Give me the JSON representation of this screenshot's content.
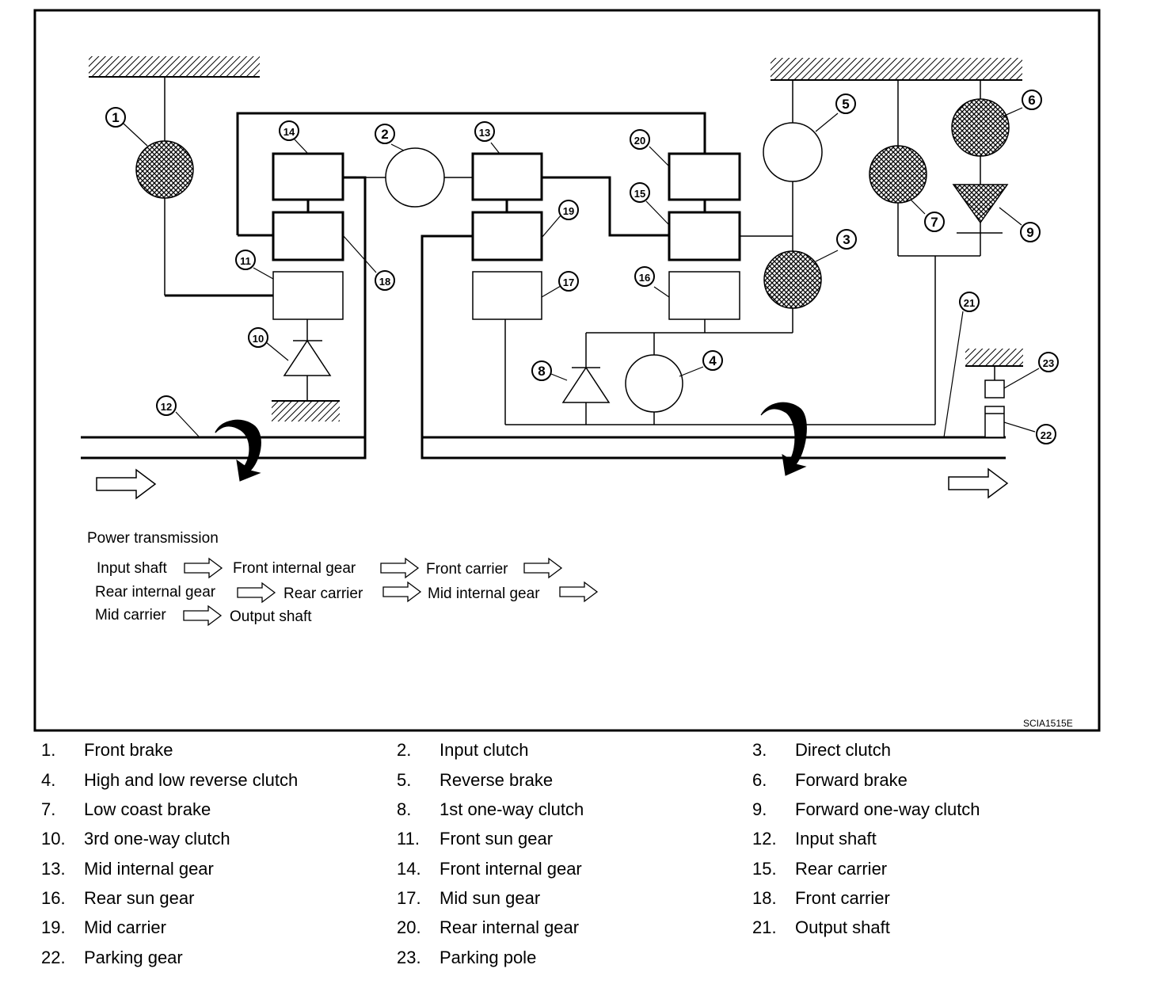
{
  "figure_code": "SCIA1515E",
  "callouts": [
    "1",
    "2",
    "3",
    "4",
    "5",
    "6",
    "7",
    "8",
    "9",
    "10",
    "11",
    "12",
    "13",
    "14",
    "15",
    "16",
    "17",
    "18",
    "19",
    "20",
    "21",
    "22",
    "23"
  ],
  "power_transmission": {
    "title": "Power transmission",
    "steps": [
      "Input shaft",
      "Front internal gear",
      "Front carrier",
      "Rear internal gear",
      "Rear carrier",
      "Mid internal gear",
      "Mid carrier",
      "Output shaft"
    ]
  },
  "legend": [
    {
      "num": "1.",
      "label": "Front brake"
    },
    {
      "num": "2.",
      "label": "Input clutch"
    },
    {
      "num": "3.",
      "label": "Direct clutch"
    },
    {
      "num": "4.",
      "label": "High and low reverse clutch"
    },
    {
      "num": "5.",
      "label": "Reverse brake"
    },
    {
      "num": "6.",
      "label": "Forward brake"
    },
    {
      "num": "7.",
      "label": "Low coast brake"
    },
    {
      "num": "8.",
      "label": "1st one-way clutch"
    },
    {
      "num": "9.",
      "label": "Forward one-way clutch"
    },
    {
      "num": "10.",
      "label": "3rd one-way clutch"
    },
    {
      "num": "11.",
      "label": "Front sun gear"
    },
    {
      "num": "12.",
      "label": "Input shaft"
    },
    {
      "num": "13.",
      "label": "Mid internal gear"
    },
    {
      "num": "14.",
      "label": "Front internal gear"
    },
    {
      "num": "15.",
      "label": "Rear carrier"
    },
    {
      "num": "16.",
      "label": "Rear sun gear"
    },
    {
      "num": "17.",
      "label": "Mid sun gear"
    },
    {
      "num": "18.",
      "label": "Front carrier"
    },
    {
      "num": "19.",
      "label": "Mid carrier"
    },
    {
      "num": "20.",
      "label": "Rear internal gear"
    },
    {
      "num": "21.",
      "label": "Output shaft"
    },
    {
      "num": "22.",
      "label": "Parking gear"
    },
    {
      "num": "23.",
      "label": "Parking pole"
    }
  ]
}
